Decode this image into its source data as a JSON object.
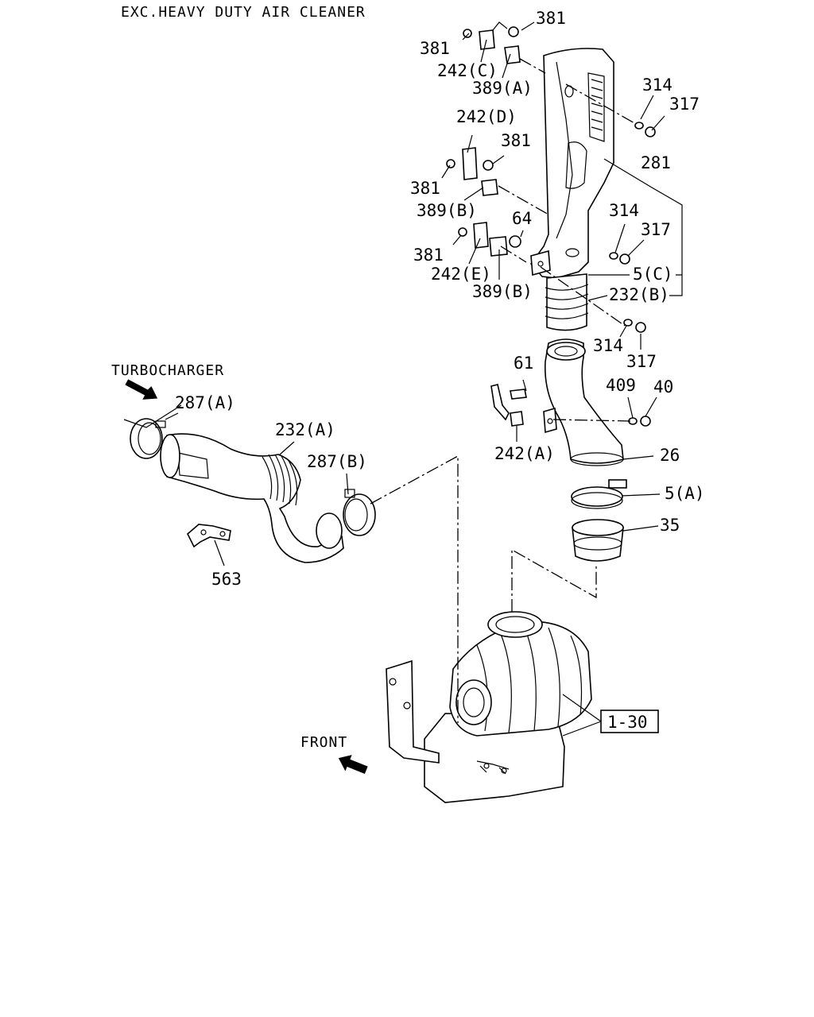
{
  "title": "EXC.HEAVY DUTY AIR CLEANER",
  "annotations": {
    "turbocharger": "TURBOCHARGER",
    "front": "FRONT"
  },
  "ref_box": "1-30",
  "callouts": [
    "381",
    "381",
    "242(C)",
    "389(A)",
    "314",
    "317",
    "242(D)",
    "381",
    "381",
    "281",
    "389(B)",
    "64",
    "314",
    "317",
    "381",
    "242(E)",
    "5(C)",
    "389(B)",
    "232(B)",
    "314",
    "317",
    "61",
    "409",
    "40",
    "242(A)",
    "26",
    "5(A)",
    "35",
    "287(A)",
    "232(A)",
    "287(B)",
    "563"
  ]
}
